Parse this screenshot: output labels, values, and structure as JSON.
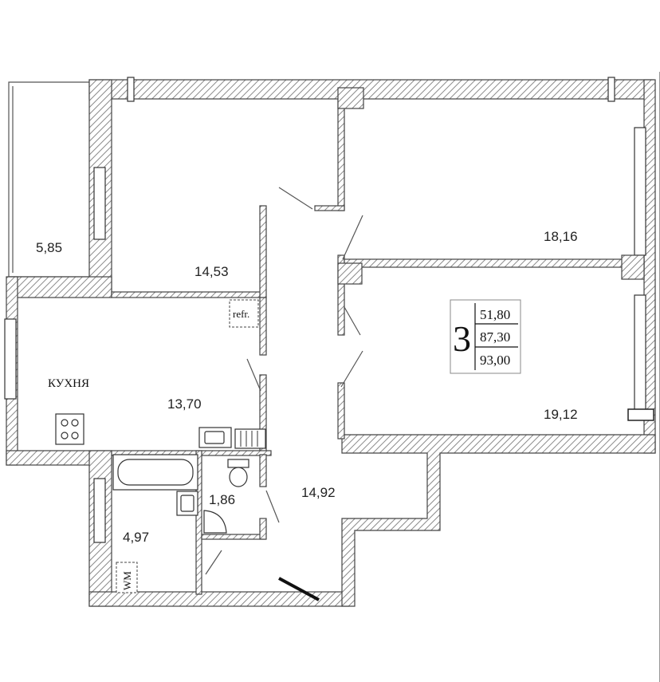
{
  "rooms": {
    "balcony_area": "5,85",
    "bedroom_small_area": "14,53",
    "bedroom_top_right_area": "18,16",
    "bedroom_bottom_right_area": "19,12",
    "kitchen_label": "КУХНЯ",
    "kitchen_area": "13,70",
    "bathroom_area": "1,86",
    "hall_area": "14,92",
    "laundry_area": "4,97"
  },
  "fixtures": {
    "fridge_label": "refr.",
    "washer_label": "WM"
  },
  "summary": {
    "rooms_count": "3",
    "living_area": "51,80",
    "total_area": "87,30",
    "total_with_balcony": "93,00"
  },
  "colors": {
    "wall_stroke": "#444444",
    "hatch": "#8a8a8a"
  }
}
